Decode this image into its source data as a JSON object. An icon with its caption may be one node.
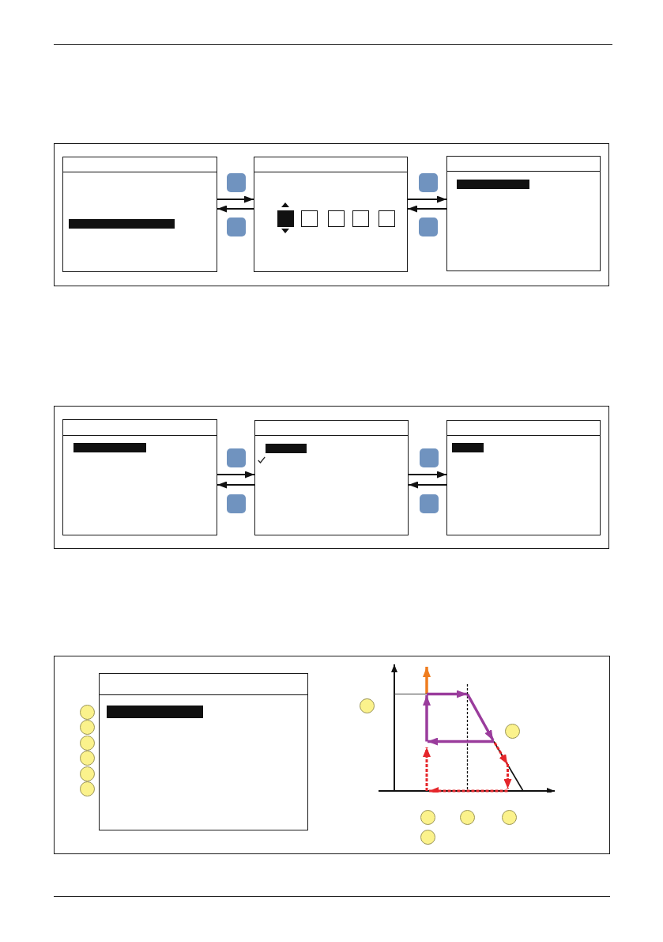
{
  "diagram": {
    "nodes": [
      {
        "text": [],
        "shape": "box"
      },
      {
        "text": [],
        "shape": "box",
        "in": 0
      },
      {
        "text": [],
        "shape": "box",
        "in": 0
      },
      {
        "text": [],
        "shape": "box",
        "in": 0
      },
      {
        "text": [],
        "shape": "box"
      },
      {
        "text": [],
        "shape": "box",
        "in": 4
      },
      {
        "text": [],
        "shape": "box",
        "in": 4
      },
      {
        "text": [],
        "shape": "box",
        "in": 4
      },
      {
        "text": [],
        "shape": "box"
      },
      {
        "text": [],
        "shape": "box",
        "in": 8
      }
    ],
    "edges": [
      {
        "from": 1,
        "to": 2,
        "arrow": "to"
      },
      {
        "from": 2,
        "to": 1,
        "arrow": "to"
      },
      {
        "from": 2,
        "to": 3,
        "arrow": "to"
      },
      {
        "from": 3,
        "to": 2,
        "arrow": "to"
      },
      {
        "from": 5,
        "to": 6,
        "arrow": "to"
      },
      {
        "from": 6,
        "to": 5,
        "arrow": "to"
      },
      {
        "from": 6,
        "to": 7,
        "arrow": "to"
      },
      {
        "from": 7,
        "to": 6,
        "arrow": "to"
      }
    ]
  }
}
